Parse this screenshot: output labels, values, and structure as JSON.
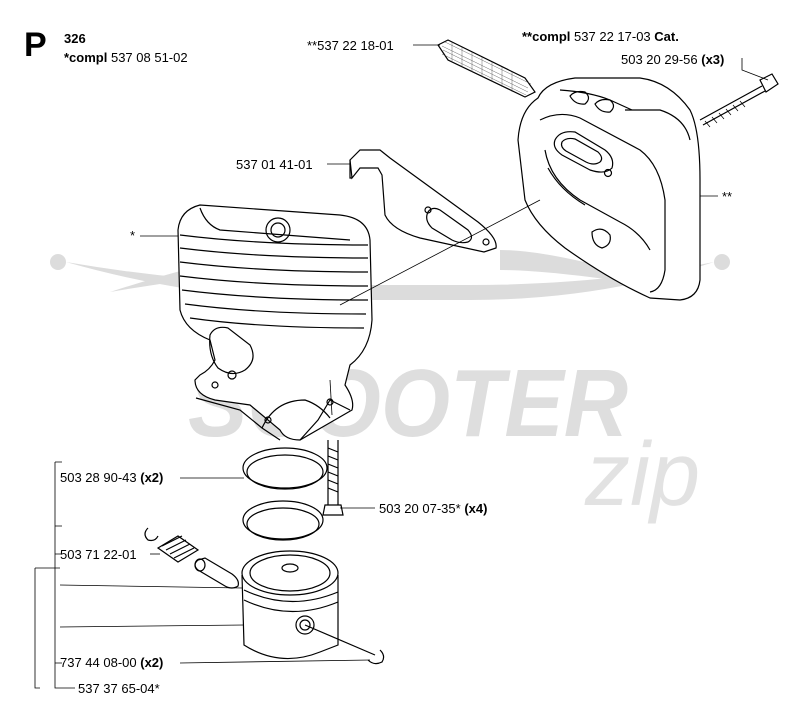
{
  "header": {
    "section": "P",
    "page": "326",
    "compl_prefix": "*compl",
    "compl_number": "537 08 51-02",
    "cat_prefix": "**compl",
    "cat_number": "537 22 17-03",
    "cat_suffix": "Cat."
  },
  "watermark": {
    "word": "SCOOTER",
    "script": "zip"
  },
  "parts": {
    "filter": {
      "number": "**537 22 18-01"
    },
    "bolt_top": {
      "number": "503 20 29-56",
      "qty": "(x3)"
    },
    "bracket": {
      "number": "537 01 41-01"
    },
    "cylinder": {
      "marker": "*"
    },
    "muffler": {
      "marker": "**"
    },
    "ring": {
      "number": "503 28 90-43",
      "qty": "(x2)"
    },
    "bolt_bottom": {
      "number": "503 20 07-35*",
      "qty": "(x4)"
    },
    "bearing": {
      "number": "503 71 22-01"
    },
    "circlip": {
      "number": "737 44 08-00",
      "qty": "(x2)"
    },
    "piston": {
      "number": "537 37 65-04*"
    }
  },
  "colors": {
    "line": "#000000",
    "watermark": "#d9d9d9"
  }
}
